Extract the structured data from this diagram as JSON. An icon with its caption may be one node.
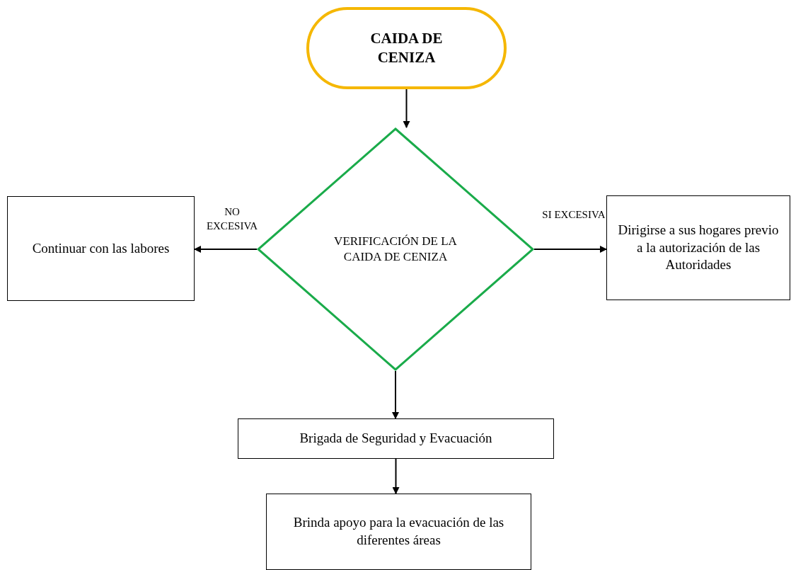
{
  "diagram": {
    "nodes": [
      {
        "text": [
          "CAIDA DE CENIZA"
        ]
      },
      {
        "text": [
          "VERIFICACIÓN DE LA CAIDA DE CENIZA"
        ]
      },
      {
        "text": [
          "Continuar con las labores"
        ]
      },
      {
        "text": [
          "Dirigirse a sus hogares previo a la autorización de las Autoridades"
        ]
      },
      {
        "text": [
          "Brigada de Seguridad y Evacuación"
        ]
      },
      {
        "text": [
          "Brinda apoyo para la evacuación de las diferentes áreas"
        ]
      }
    ],
    "edges": [
      {
        "from": 0,
        "to": 1,
        "arrow": "to"
      },
      {
        "from": 1,
        "to": 2,
        "arrow": "to",
        "label": "NO EXCESIVA"
      },
      {
        "from": 1,
        "to": 3,
        "arrow": "to",
        "label": "SI EXCESIVA"
      },
      {
        "from": 1,
        "to": 4,
        "arrow": "to"
      },
      {
        "from": 4,
        "to": 5,
        "arrow": "to"
      }
    ]
  }
}
